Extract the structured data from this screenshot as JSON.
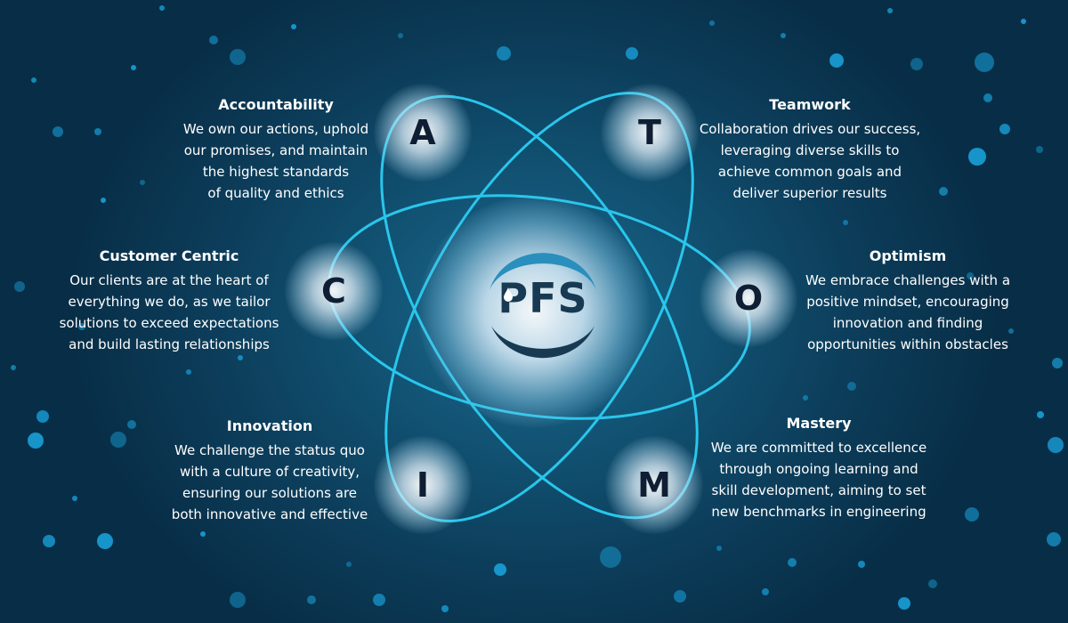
{
  "colors": {
    "orbit": "#29c6ec",
    "letter": "#0f1e33",
    "logo_primary": "#173a52",
    "logo_accent": "#2a8fbd",
    "bokeh": "#1aa6e0"
  },
  "logo": {
    "text": "PFS",
    "icon": "water-drop-icon"
  },
  "letters": {
    "a": "A",
    "t": "T",
    "c": "C",
    "o": "O",
    "i": "I",
    "m": "M"
  },
  "values": {
    "accountability": {
      "title": "Accountability",
      "lines": [
        "We own our actions, uphold",
        "our promises, and maintain",
        "the highest standards",
        "of quality and ethics"
      ]
    },
    "teamwork": {
      "title": "Teamwork",
      "lines": [
        "Collaboration drives our success,",
        "leveraging diverse skills to",
        "achieve common goals and",
        "deliver superior results"
      ]
    },
    "customer_centric": {
      "title": "Customer Centric",
      "lines": [
        "Our clients are at the heart of",
        "everything we do, as we tailor",
        "solutions to exceed expectations",
        "and build lasting relationships"
      ]
    },
    "optimism": {
      "title": "Optimism",
      "lines": [
        "We embrace challenges with a",
        "positive mindset, encouraging",
        "innovation and finding",
        "opportunities within obstacles"
      ]
    },
    "innovation": {
      "title": "Innovation",
      "lines": [
        "We challenge the status quo",
        "with a culture of creativity,",
        "ensuring our solutions are",
        "both innovative and effective"
      ]
    },
    "mastery": {
      "title": "Mastery",
      "lines": [
        "We are committed to excellence",
        "through ongoing learning and",
        "skill development, aiming to set",
        "new benchmarks in engineering"
      ]
    }
  }
}
